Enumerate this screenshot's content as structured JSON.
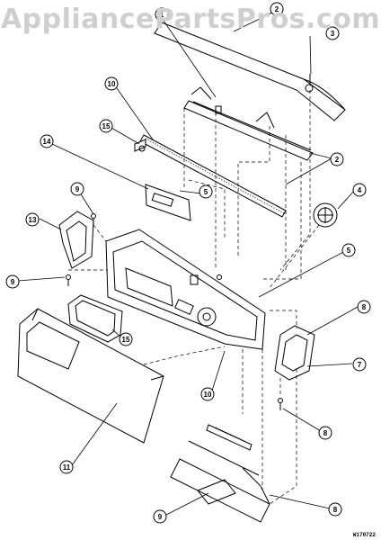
{
  "watermark": "AppliancePartsPros.com",
  "diagram_code": "W170722",
  "callouts": [
    "1",
    "2",
    "3",
    "10",
    "15",
    "14",
    "5",
    "2",
    "4",
    "9",
    "13",
    "9",
    "5",
    "15",
    "8",
    "7",
    "10",
    "11",
    "8",
    "9",
    "8"
  ]
}
